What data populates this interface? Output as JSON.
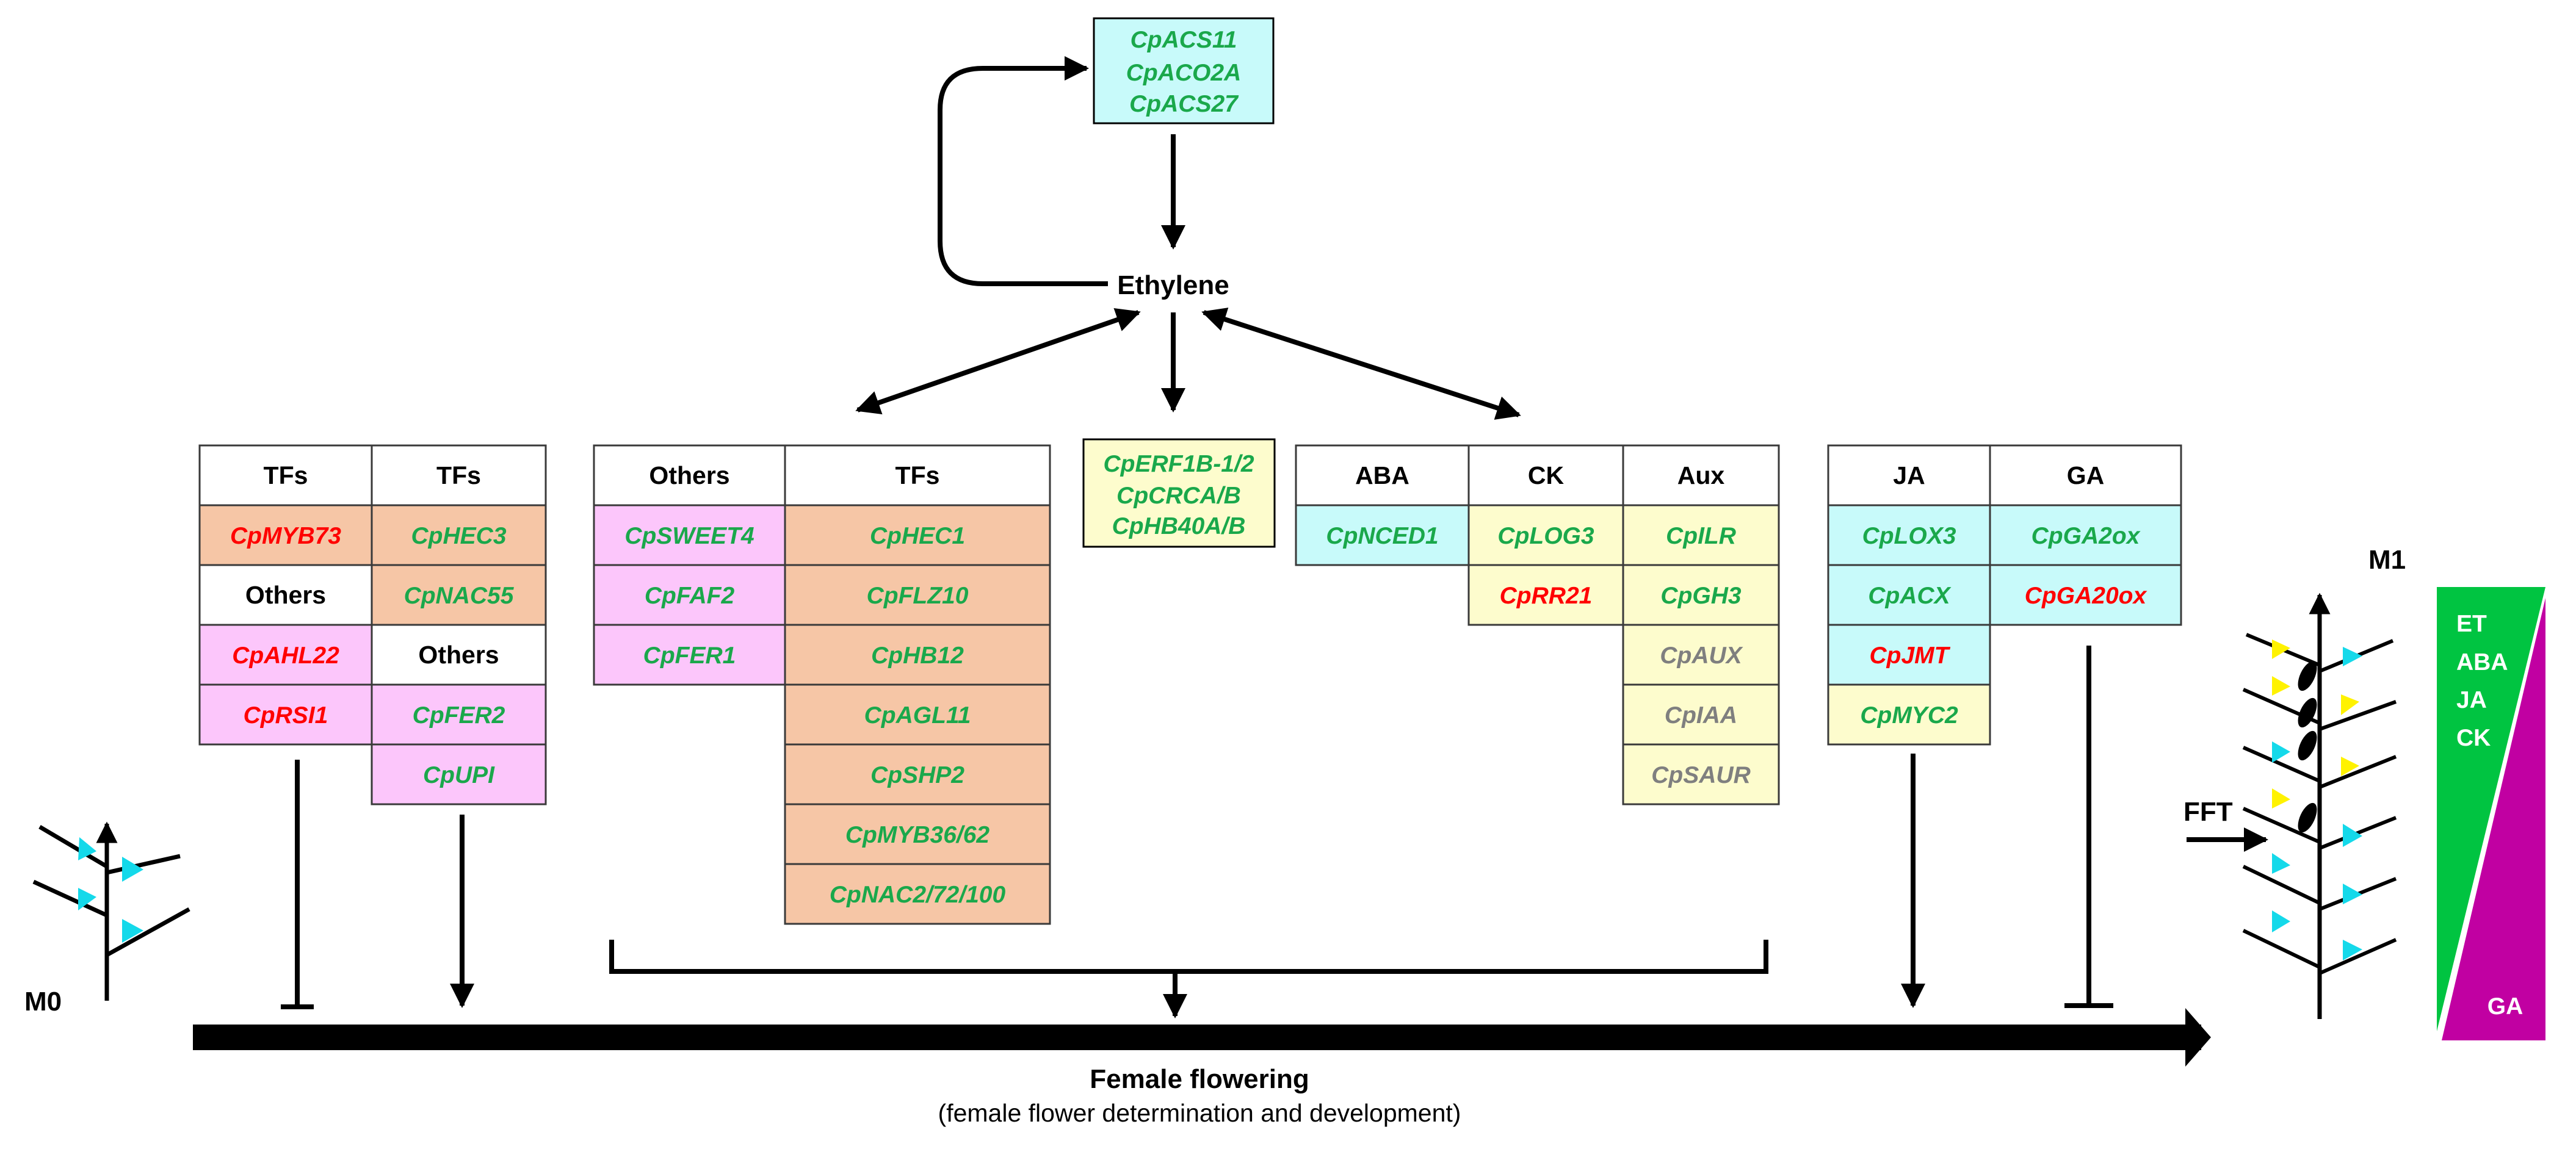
{
  "colors": {
    "gene_up": "#1aa84b",
    "gene_down": "#ff0000",
    "gene_gray": "#7f7f7f",
    "cell_cyan": "#c8fafa",
    "cell_orange": "#f6c6a6",
    "cell_pink": "#fcc6fb",
    "cell_yellow": "#fdfccd",
    "cell_white": "#ffffff",
    "tri_green": "#00c441",
    "tri_magenta": "#c100a2",
    "leaf_cyan": "#14d9ea",
    "leaf_yellow": "#fff200"
  },
  "top_box": [
    "CpACS11",
    "CpACO2A",
    "CpACS27"
  ],
  "ethylene": "Ethylene",
  "center_box": [
    "CpERF1B-1/2",
    "CpCRCA/B",
    "CpHB40A/B"
  ],
  "table1": {
    "col1_header": "TFs",
    "col2_header": "TFs",
    "col1": [
      {
        "text": "CpMYB73",
        "kind": "gene",
        "fill": "cell_orange",
        "color": "gene_down"
      },
      {
        "text": "Others",
        "kind": "header",
        "fill": "cell_white"
      },
      {
        "text": "CpAHL22",
        "kind": "gene",
        "fill": "cell_pink",
        "color": "gene_down"
      },
      {
        "text": "CpRSI1",
        "kind": "gene",
        "fill": "cell_pink",
        "color": "gene_down"
      }
    ],
    "col2": [
      {
        "text": "CpHEC3",
        "kind": "gene",
        "fill": "cell_orange",
        "color": "gene_up"
      },
      {
        "text": "CpNAC55",
        "kind": "gene",
        "fill": "cell_orange",
        "color": "gene_up"
      },
      {
        "text": "Others",
        "kind": "header",
        "fill": "cell_white"
      },
      {
        "text": "CpFER2",
        "kind": "gene",
        "fill": "cell_pink",
        "color": "gene_up"
      },
      {
        "text": "CpUPI",
        "kind": "gene",
        "fill": "cell_pink",
        "color": "gene_up"
      }
    ]
  },
  "table2": {
    "col1_header": "Others",
    "col2_header": "TFs",
    "col1": [
      {
        "text": "CpSWEET4",
        "fill": "cell_pink",
        "color": "gene_up"
      },
      {
        "text": "CpFAF2",
        "fill": "cell_pink",
        "color": "gene_up"
      },
      {
        "text": "CpFER1",
        "fill": "cell_pink",
        "color": "gene_up"
      }
    ],
    "col2": [
      {
        "text": "CpHEC1",
        "fill": "cell_orange",
        "color": "gene_up"
      },
      {
        "text": "CpFLZ10",
        "fill": "cell_orange",
        "color": "gene_up"
      },
      {
        "text": "CpHB12",
        "fill": "cell_orange",
        "color": "gene_up"
      },
      {
        "text": "CpAGL11",
        "fill": "cell_orange",
        "color": "gene_up"
      },
      {
        "text": "CpSHP2",
        "fill": "cell_orange",
        "color": "gene_up"
      },
      {
        "text": "CpMYB36/62",
        "fill": "cell_orange",
        "color": "gene_up"
      },
      {
        "text": "CpNAC2/72/100",
        "fill": "cell_orange",
        "color": "gene_up"
      }
    ]
  },
  "table3": {
    "headers": [
      "ABA",
      "CK",
      "Aux"
    ],
    "aba": [
      {
        "text": "CpNCED1",
        "fill": "cell_cyan",
        "color": "gene_up"
      }
    ],
    "ck": [
      {
        "text": "CpLOG3",
        "fill": "cell_yellow",
        "color": "gene_up"
      },
      {
        "text": "CpRR21",
        "fill": "cell_yellow",
        "color": "gene_down"
      }
    ],
    "aux": [
      {
        "text": "CpILR",
        "fill": "cell_yellow",
        "color": "gene_up"
      },
      {
        "text": "CpGH3",
        "fill": "cell_yellow",
        "color": "gene_up"
      },
      {
        "text": "CpAUX",
        "fill": "cell_yellow",
        "color": "gene_gray"
      },
      {
        "text": "CpIAA",
        "fill": "cell_yellow",
        "color": "gene_gray"
      },
      {
        "text": "CpSAUR",
        "fill": "cell_yellow",
        "color": "gene_gray"
      }
    ]
  },
  "table4": {
    "headers": [
      "JA",
      "GA"
    ],
    "ja": [
      {
        "text": "CpLOX3",
        "fill": "cell_cyan",
        "color": "gene_up"
      },
      {
        "text": "CpACX",
        "fill": "cell_cyan",
        "color": "gene_up"
      },
      {
        "text": "CpJMT",
        "fill": "cell_cyan",
        "color": "gene_down"
      },
      {
        "text": "CpMYC2",
        "fill": "cell_yellow",
        "color": "gene_up"
      }
    ],
    "ga": [
      {
        "text": "CpGA2ox",
        "fill": "cell_cyan",
        "color": "gene_up"
      },
      {
        "text": "CpGA20ox",
        "fill": "cell_cyan",
        "color": "gene_down"
      }
    ]
  },
  "labels": {
    "m0": "M0",
    "m1": "M1",
    "fft": "FFT",
    "main": "Female flowering",
    "sub": "(female flower determination and development)"
  },
  "triangle_up": [
    "ET",
    "ABA",
    "JA",
    "CK"
  ],
  "triangle_down": "GA"
}
